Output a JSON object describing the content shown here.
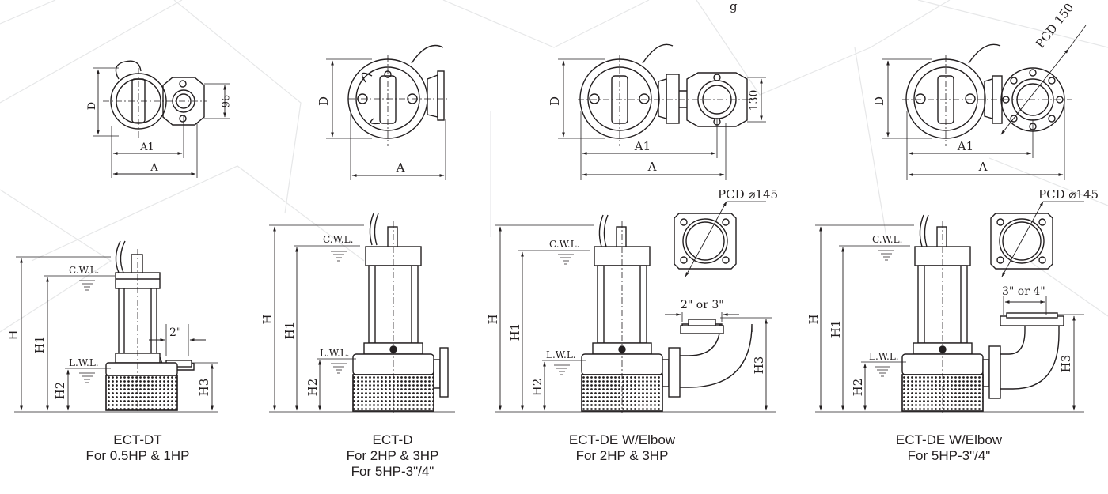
{
  "header_fragment": "g",
  "models": [
    {
      "name": "ECT-DT",
      "caption_lines": [
        "ECT-DT",
        "For 0.5HP & 1HP"
      ],
      "top_view": {
        "dims": [
          "D",
          "A1",
          "A",
          "96"
        ]
      },
      "side_view": {
        "dims": [
          "H",
          "H1",
          "H2",
          "H3"
        ],
        "levels": [
          "C.W.L.",
          "L.W.L."
        ],
        "outlet": "2\""
      }
    },
    {
      "name": "ECT-D",
      "caption_lines": [
        "ECT-D",
        "For 2HP & 3HP",
        "For 5HP-3\"/4\""
      ],
      "top_view": {
        "dims": [
          "D",
          "A"
        ]
      },
      "side_view": {
        "dims": [
          "H",
          "H1",
          "H2"
        ],
        "levels": [
          "C.W.L.",
          "L.W.L."
        ]
      }
    },
    {
      "name": "ECT-DE W/Elbow",
      "caption_lines": [
        "ECT-DE W/Elbow",
        "For 2HP & 3HP"
      ],
      "top_view": {
        "dims": [
          "D",
          "A1",
          "A",
          "130"
        ]
      },
      "flange_view": {
        "pcd": "PCD ⌀145"
      },
      "side_view": {
        "dims": [
          "H",
          "H1",
          "H2",
          "H3"
        ],
        "levels": [
          "C.W.L.",
          "L.W.L."
        ],
        "outlet": "2\" or 3\""
      }
    },
    {
      "name": "ECT-DE W/Elbow",
      "caption_lines": [
        "ECT-DE W/Elbow",
        "For 5HP-3\"/4\""
      ],
      "top_view": {
        "dims": [
          "D",
          "A1",
          "A"
        ],
        "pcd": "PCD 150"
      },
      "flange_view": {
        "pcd": "PCD ⌀145"
      },
      "side_view": {
        "dims": [
          "H",
          "H1",
          "H2",
          "H3"
        ],
        "levels": [
          "C.W.L.",
          "L.W.L."
        ],
        "outlet": "3\" or 4\""
      }
    }
  ]
}
